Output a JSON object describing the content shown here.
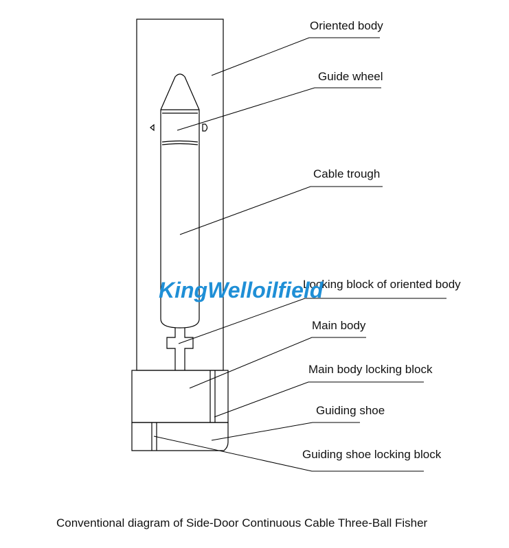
{
  "diagram": {
    "labels": [
      {
        "id": "oriented-body",
        "text": "Oriented body"
      },
      {
        "id": "guide-wheel",
        "text": "Guide wheel"
      },
      {
        "id": "cable-trough",
        "text": "Cable trough"
      },
      {
        "id": "locking-block-oriented-body",
        "text": "Locking block of oriented body"
      },
      {
        "id": "main-body",
        "text": "Main body"
      },
      {
        "id": "main-body-locking-block",
        "text": "Main body locking block"
      },
      {
        "id": "guiding-shoe",
        "text": "Guiding shoe"
      },
      {
        "id": "guiding-shoe-locking-block",
        "text": "Guiding shoe locking block"
      }
    ],
    "caption": "Conventional diagram of Side-Door Continuous Cable Three-Ball Fisher",
    "watermark": "KingWelloilfield",
    "colors": {
      "line": "#000000",
      "watermark": "#1f8fd6",
      "text": "#111111"
    }
  }
}
